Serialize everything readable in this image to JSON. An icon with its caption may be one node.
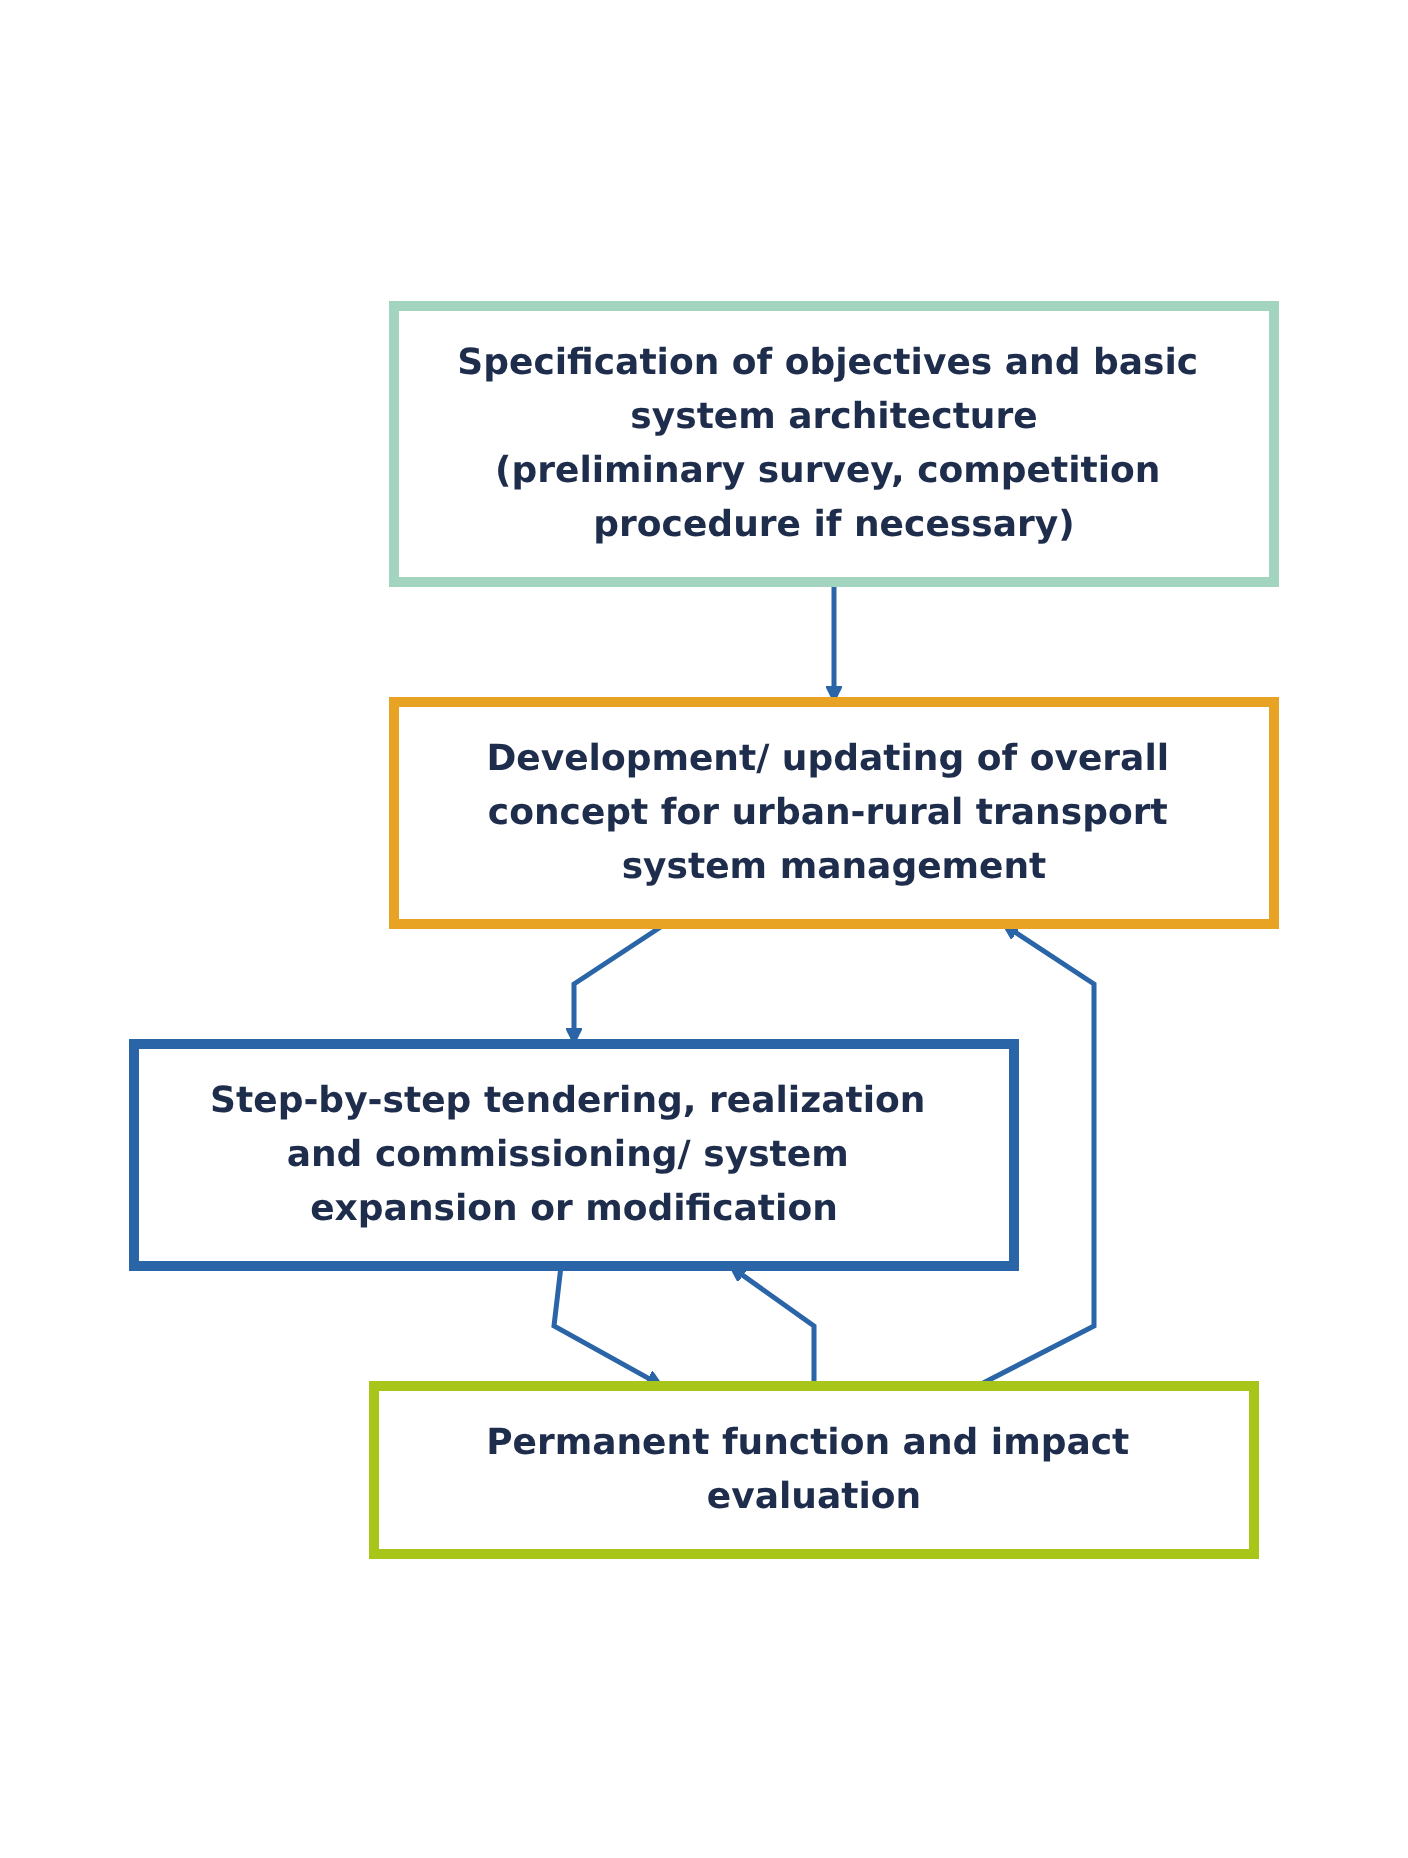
{
  "diagram": {
    "nodes": [
      {
        "text": [
          "Specification of objectives and basic system architecture",
          "(preliminary survey, competition procedure if necessary)"
        ]
      },
      {
        "text": [
          "Development/ updating of overall concept for urban-rural transport system management"
        ]
      },
      {
        "text": [
          "Step-by-step tendering, realization and commissioning/ system expansion or modification"
        ]
      },
      {
        "text": [
          "Permanent function and impact evaluation"
        ]
      }
    ],
    "edges": [
      {
        "from": 0,
        "to": 1,
        "arrow": "to"
      },
      {
        "from": 1,
        "to": 2,
        "arrow": "to"
      },
      {
        "from": 2,
        "to": 3,
        "arrow": "to"
      },
      {
        "from": 3,
        "to": 1,
        "arrow": "to"
      },
      {
        "from": 3,
        "to": 2,
        "arrow": "to"
      }
    ]
  }
}
